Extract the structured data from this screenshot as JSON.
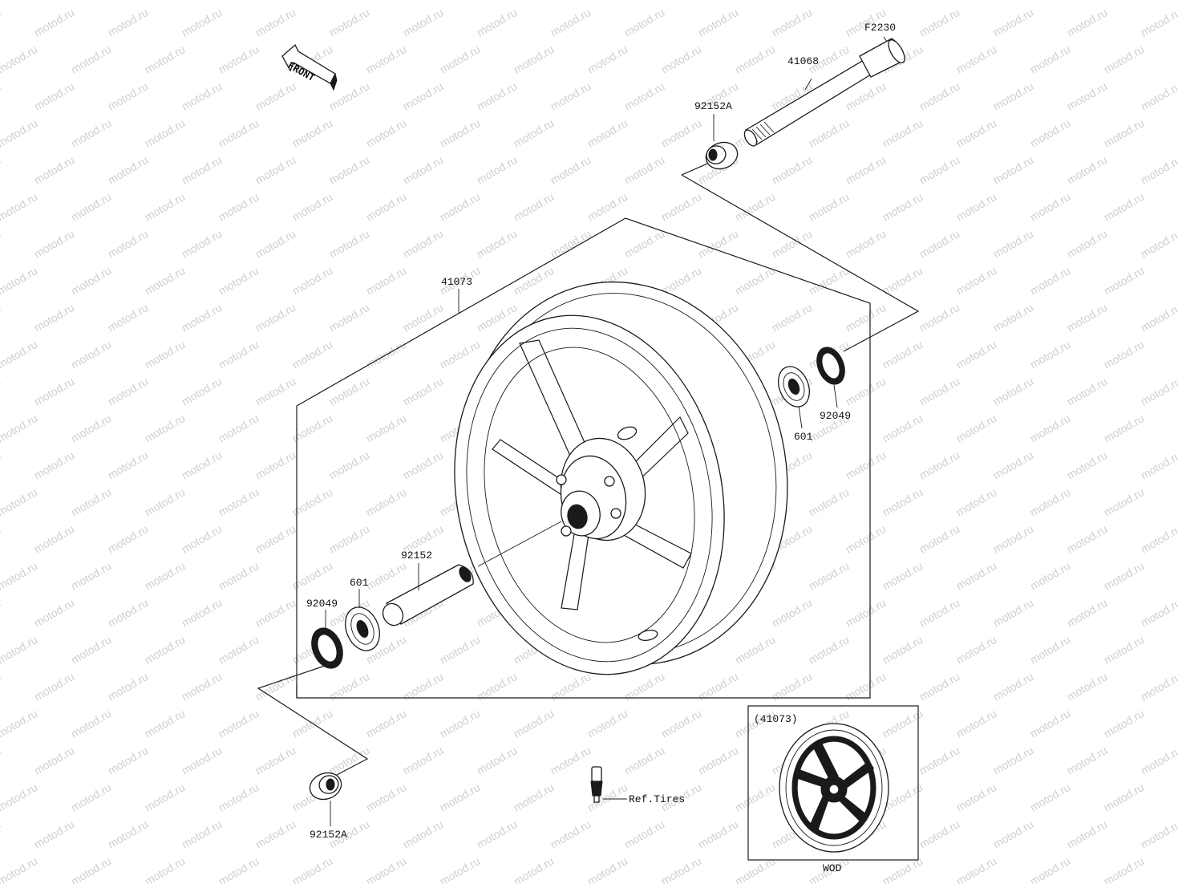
{
  "watermark": "motod.ru",
  "direction_label": "FRONT",
  "labels": {
    "axle_nut": "F2230",
    "axle": "41068",
    "collar_right": "92152A",
    "wheel": "41073",
    "bearing_right": "601",
    "seal_right": "92049",
    "spacer": "92152",
    "bearing_left": "601",
    "seal_left": "92049",
    "collar_left": "92152A",
    "valve_ref": "Ref.Tires"
  },
  "inset": {
    "title": "(41073)",
    "caption": "WOD"
  }
}
